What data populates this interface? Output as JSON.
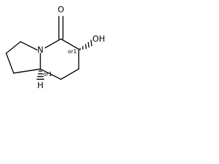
{
  "molecule": {
    "atoms": {
      "oxygen_carbonyl": "O",
      "nitrogen": "N",
      "hydroxyl": "OH",
      "hydrogen": "H"
    },
    "stereo": {
      "c6_label": "or1",
      "c8a_label": "or1"
    }
  }
}
